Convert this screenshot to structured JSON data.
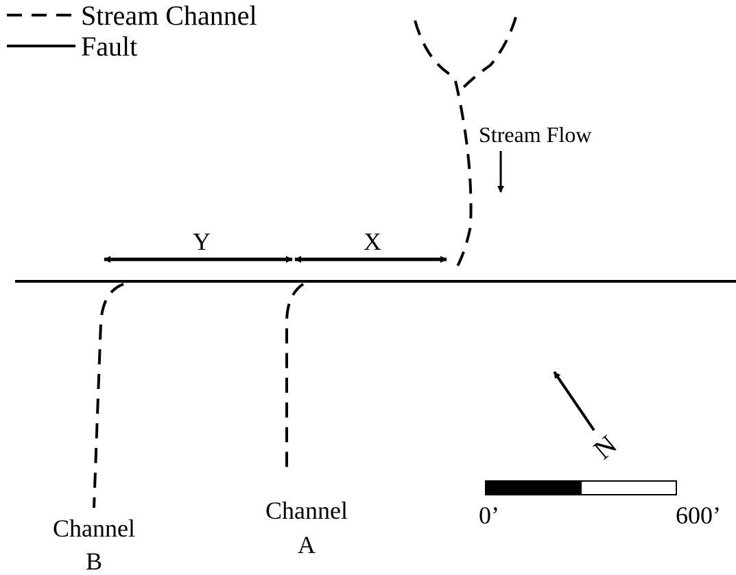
{
  "legend": {
    "stream_channel": "Stream Channel",
    "fault": "Fault"
  },
  "labels": {
    "stream_flow": "Stream Flow",
    "offset_y": "Y",
    "offset_x": "X",
    "north": "N",
    "channel_a_line1": "Channel",
    "channel_a_line2": "A",
    "channel_b_line1": "Channel",
    "channel_b_line2": "B"
  },
  "scale_bar": {
    "start_label": "0’",
    "end_label": "600’"
  },
  "colors": {
    "ink": "#000000",
    "background": "#ffffff"
  }
}
